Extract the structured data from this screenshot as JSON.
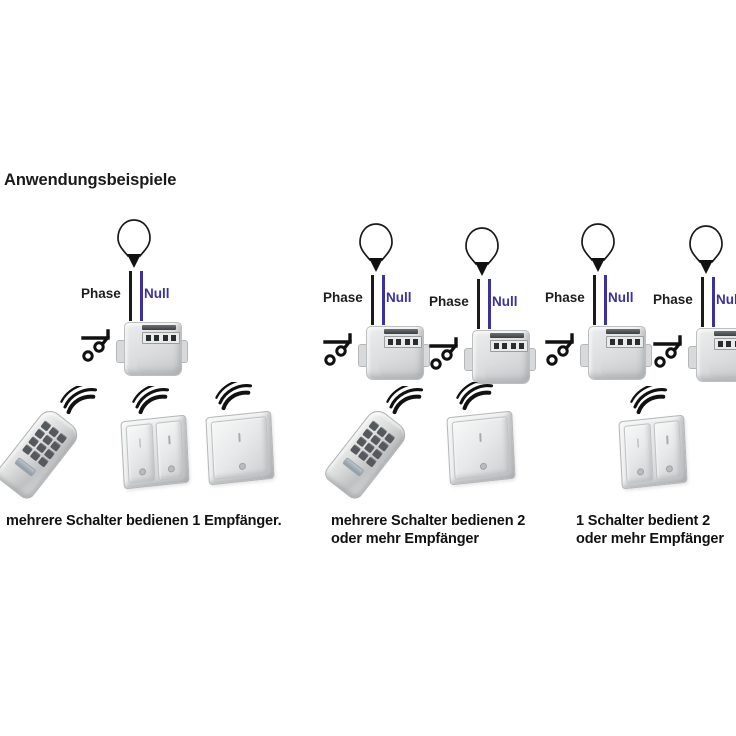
{
  "page": {
    "title": "Anwendungsbeispiele",
    "background_color": "#ffffff"
  },
  "colors": {
    "phase_wire": "#1a1a1a",
    "null_wire": "#3b32a0",
    "null_text": "#3b32a0",
    "phase_text": "#1d1d1d",
    "device_gray": "#dcdddd",
    "text": "#111111"
  },
  "labels": {
    "phase": "Phase",
    "null": "Null"
  },
  "groups": [
    {
      "id": "group-1",
      "caption": "mehrere Schalter bedienen 1 Empfänger.",
      "receiver_count": 1,
      "units": [
        {
          "phase": "Phase",
          "null": "Null"
        }
      ],
      "devices": [
        {
          "type": "handheld-remote",
          "waves": 3
        },
        {
          "type": "wall-switch-double",
          "waves": 3
        },
        {
          "type": "wall-switch-single",
          "waves": 3
        }
      ]
    },
    {
      "id": "group-2",
      "caption": "mehrere Schalter bedienen 2\noder mehr Empfänger",
      "receiver_count": 2,
      "units": [
        {
          "phase": "Phase",
          "null": "Null"
        },
        {
          "phase": "Phase",
          "null": "Null"
        }
      ],
      "devices": [
        {
          "type": "handheld-remote",
          "waves": 3
        },
        {
          "type": "wall-switch-single",
          "waves": 3
        }
      ]
    },
    {
      "id": "group-3",
      "caption": "1 Schalter bedient 2\noder mehr Empfänger",
      "receiver_count": 2,
      "units": [
        {
          "phase": "Phase",
          "null": "Null"
        },
        {
          "phase": "Phase",
          "null": "Null"
        }
      ],
      "devices": [
        {
          "type": "wall-switch-double",
          "waves": 3
        }
      ]
    }
  ],
  "icons": {
    "bulb": "light-bulb-icon",
    "receiver": "receiver-module-icon",
    "switch_symbol": "switch-schematic-icon",
    "waves": "radio-waves-icon"
  }
}
